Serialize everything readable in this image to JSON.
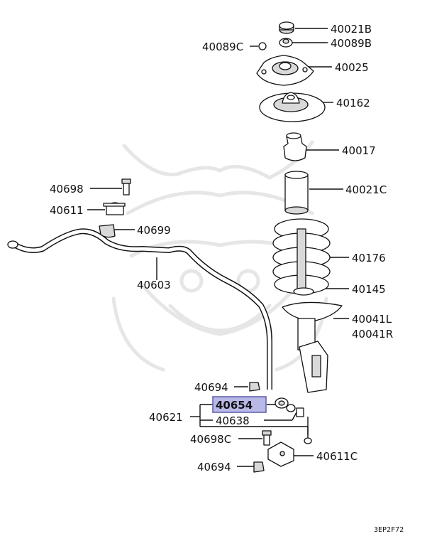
{
  "parts": {
    "p40021B": "40021B",
    "p40089B": "40089B",
    "p40089C": "40089C",
    "p40025": "40025",
    "p40162": "40162",
    "p40017": "40017",
    "p40021C": "40021C",
    "p40176": "40176",
    "p40145": "40145",
    "p40041L": "40041L",
    "p40041R": "40041R",
    "p40698": "40698",
    "p40611": "40611",
    "p40699": "40699",
    "p40603": "40603",
    "p40694a": "40694",
    "p40654": "40654",
    "p40638": "40638",
    "p40621": "40621",
    "p40698C": "40698C",
    "p40611C": "40611C",
    "p40694b": "40694"
  },
  "highlight": {
    "part": "40654",
    "color": "#b9b9e8",
    "border": "#5a5aa8"
  },
  "diagram_code": "3EP2F72"
}
